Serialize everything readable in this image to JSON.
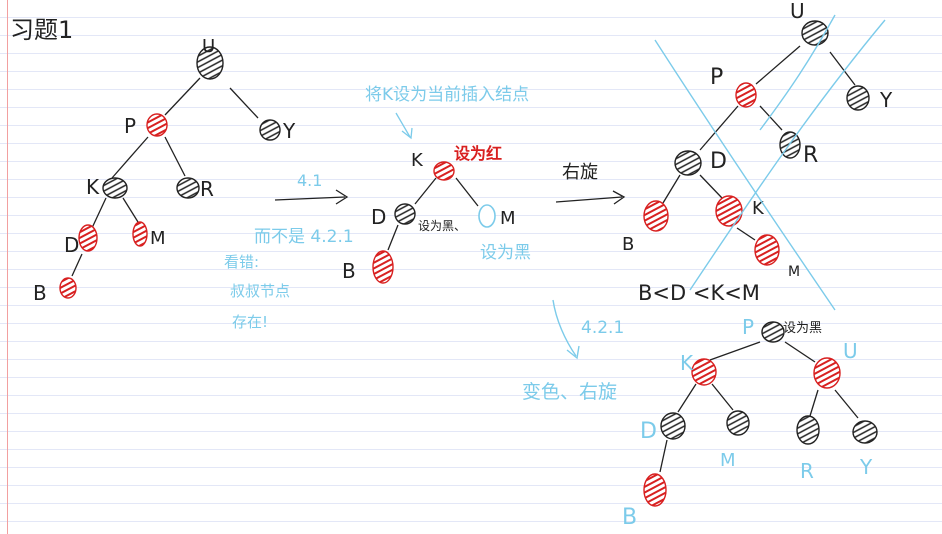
{
  "title": "习题1",
  "colors": {
    "ink": "#222222",
    "red": "#d82020",
    "blue": "#7ccbea",
    "lightblue": "#a5d8ef"
  },
  "nodes": {
    "t1": {
      "U": "U",
      "P": "P",
      "Y": "Y",
      "K": "K",
      "R": "R",
      "D": "D",
      "M": "M",
      "B": "B"
    },
    "t2": {
      "K": "K",
      "D": "D",
      "M": "M",
      "B": "B"
    },
    "t3": {
      "U": "U",
      "P": "P",
      "Y": "Y",
      "D": "D",
      "R": "R",
      "K": "K",
      "B": "B",
      "M": "M"
    },
    "t4": {
      "P": "P",
      "K": "K",
      "U": "U",
      "D": "D",
      "M": "M",
      "R": "R",
      "Y": "Y",
      "B": "B"
    }
  },
  "notes": {
    "case41": "4.1",
    "case421a": "而不是 4.2.1",
    "error": [
      "看错:",
      "叔叔节点",
      "存在!"
    ],
    "insert_note": "将K设为当前插入结点",
    "set_red": "设为红",
    "set_black_d": "设为黑、",
    "set_black_m": "设为黑",
    "rotate_right": "右旋",
    "order": "B<D <K<M",
    "case421b": "4.2.1",
    "recolor_rotate": "变色、右旋",
    "set_black_p": "设为黑"
  }
}
